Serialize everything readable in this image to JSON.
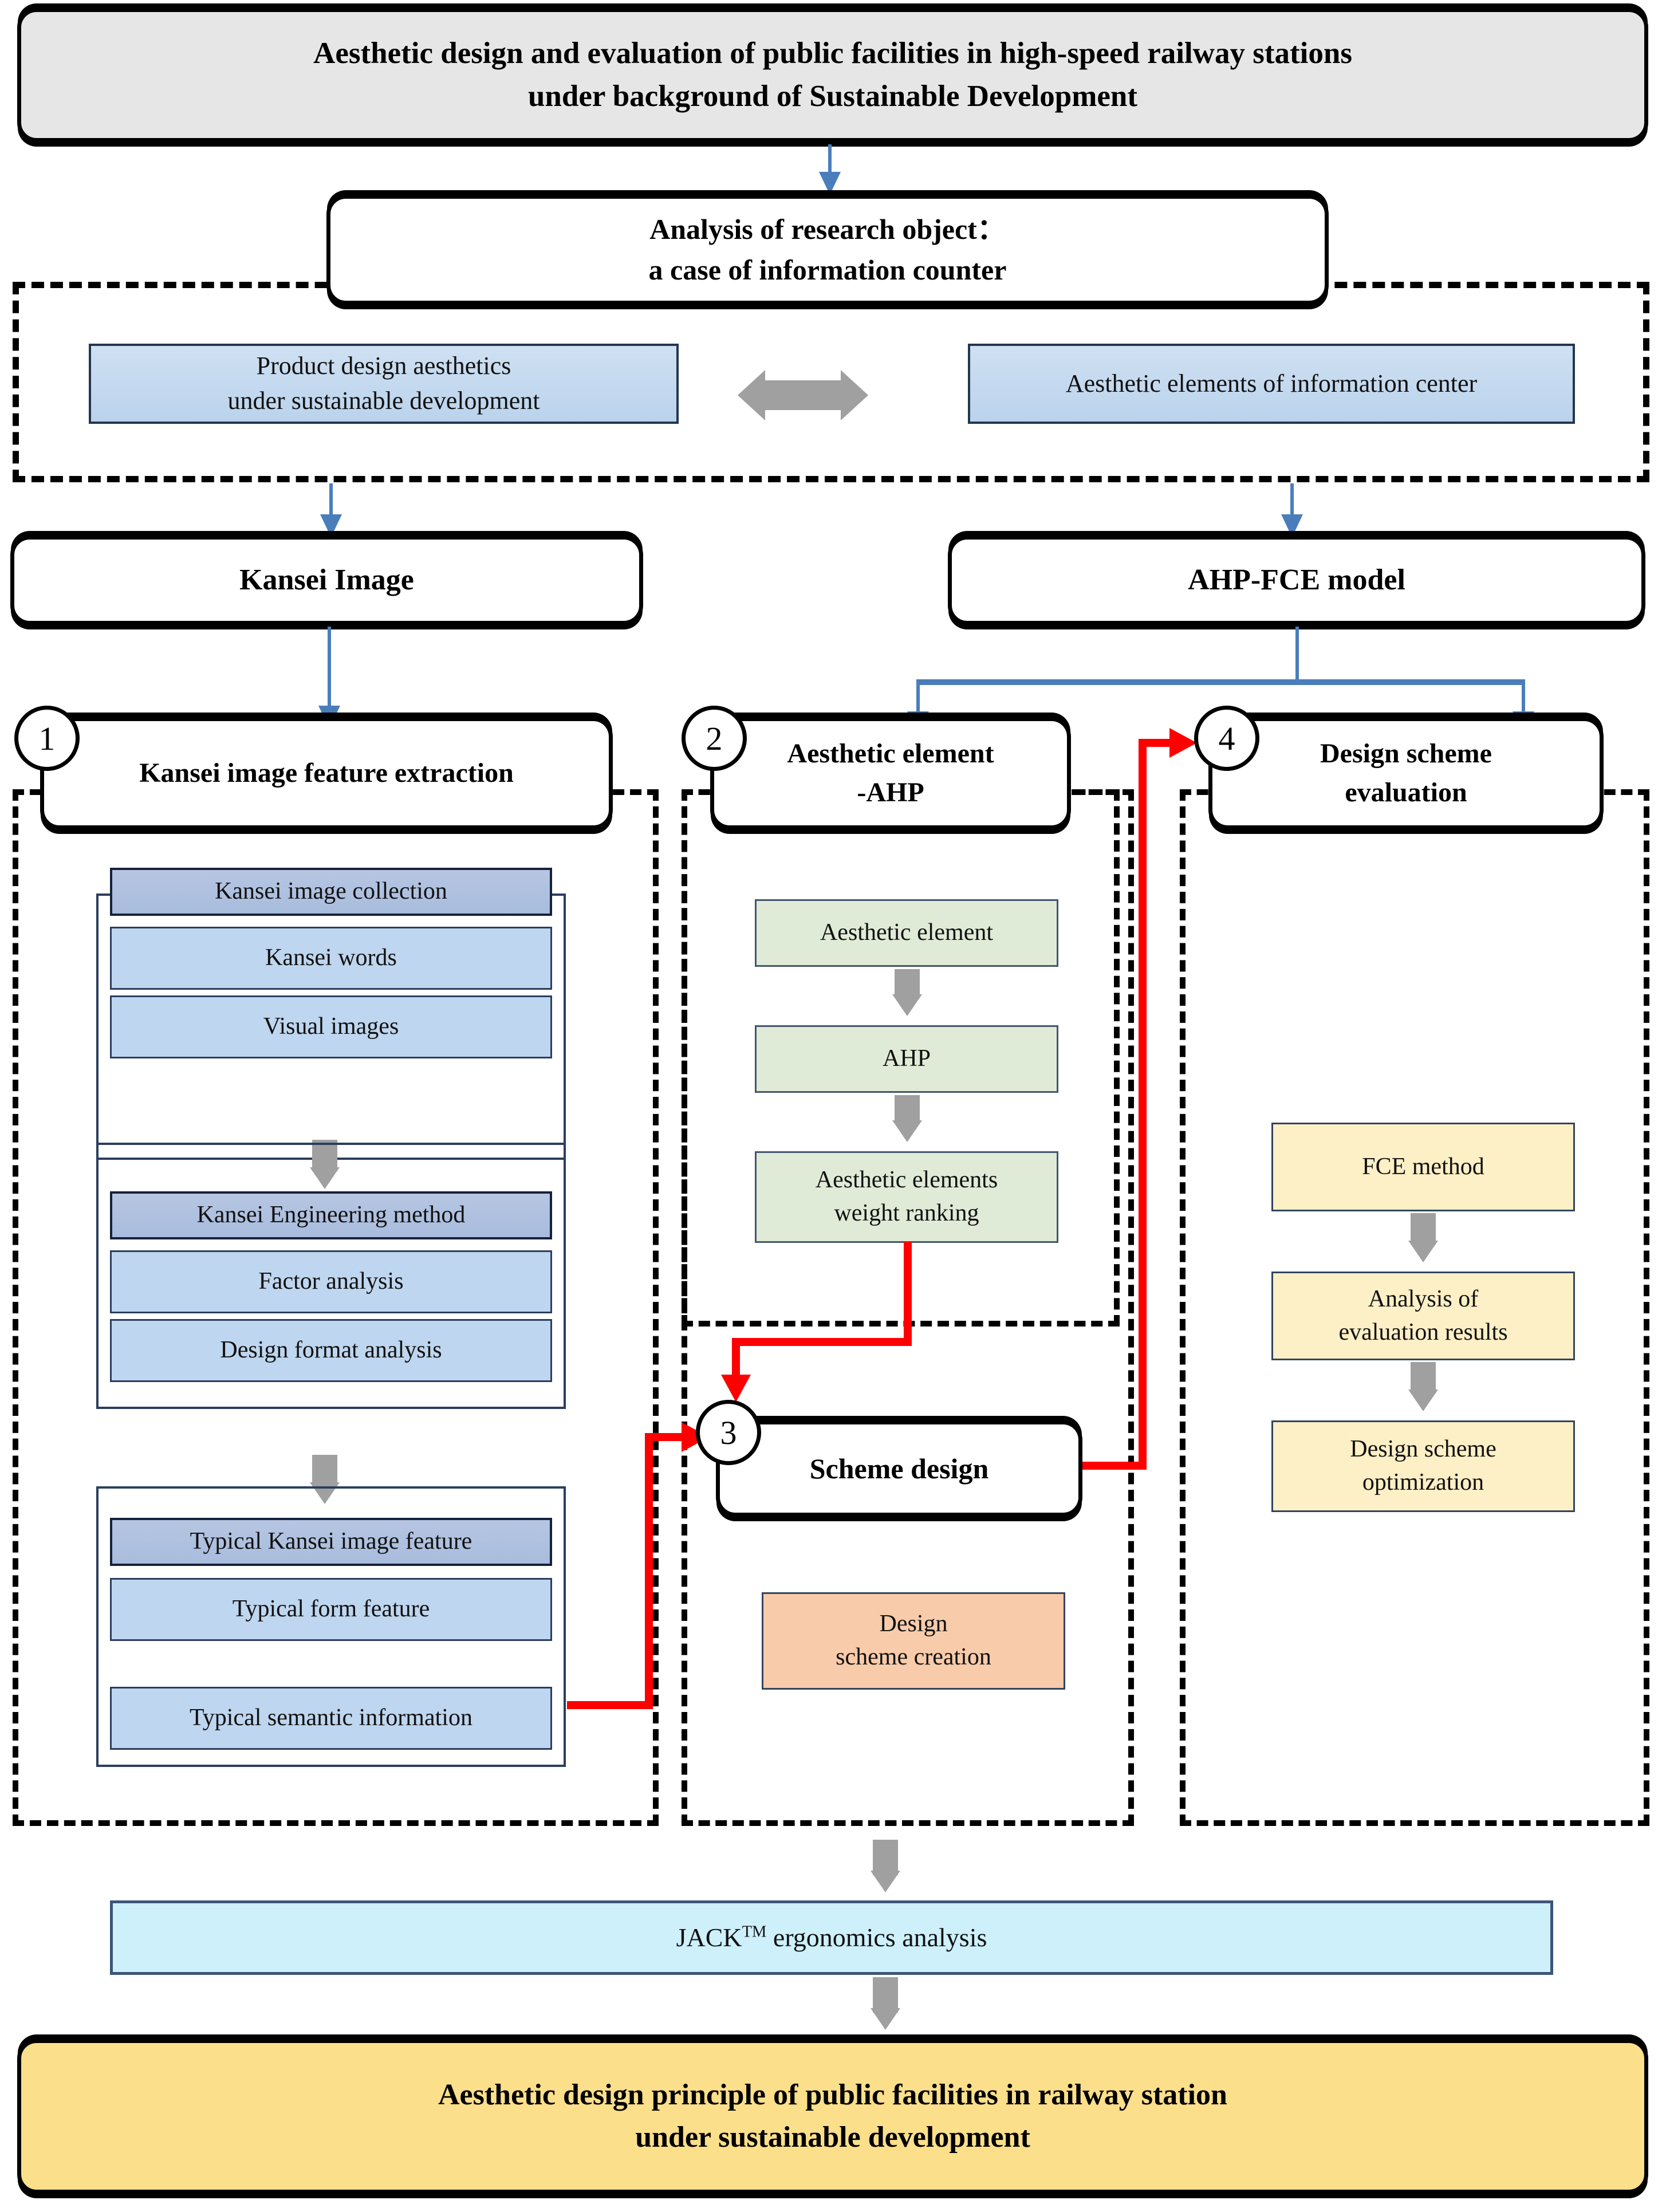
{
  "title_box": {
    "line1": "Aesthetic design and evaluation of public facilities in high-speed railway stations",
    "line2": "under background of Sustainable Development"
  },
  "research_object_box": {
    "line1": "Analysis of research object：",
    "line2": "a case of information counter"
  },
  "context": {
    "left_box_line1": "Product design aesthetics",
    "left_box_line2": "under sustainable development",
    "right_box": "Aesthetic elements of information center",
    "link_icon": "double-headed-arrow-icon"
  },
  "branches": {
    "kansei": "Kansei Image",
    "ahpfce": "AHP-FCE model"
  },
  "stages": [
    {
      "number": "1",
      "label": "Kansei image feature extraction"
    },
    {
      "number": "2",
      "label_line1": "Aesthetic element",
      "label_line2": "-AHP"
    },
    {
      "number": "3",
      "label": "Scheme design"
    },
    {
      "number": "4",
      "label_line1": "Design scheme",
      "label_line2": "evaluation"
    }
  ],
  "kansei_column": {
    "groups": [
      {
        "header": "Kansei image collection",
        "items": [
          "Kansei words",
          "Visual images"
        ]
      },
      {
        "header": "Kansei Engineering method",
        "items": [
          "Factor analysis",
          "Design format analysis"
        ]
      },
      {
        "header": "Typical Kansei image feature",
        "items": [
          "Typical form feature",
          "Typical semantic information"
        ]
      }
    ]
  },
  "ahp_column": {
    "items": [
      "Aesthetic element",
      "AHP",
      "Aesthetic elements\nweight ranking"
    ],
    "item3_line1": "Aesthetic elements",
    "item3_line2": "weight ranking"
  },
  "scheme_column": {
    "creation_line1": "Design",
    "creation_line2": "scheme creation"
  },
  "fce_column": {
    "items": [
      "FCE method",
      "Analysis of\nevaluation results",
      "Design scheme\noptimization"
    ],
    "item1": "FCE method",
    "item2_line1": "Analysis of",
    "item2_line2": "evaluation results",
    "item3_line1": "Design scheme",
    "item3_line2": "optimization"
  },
  "jack_box": {
    "text_main": "JACK",
    "text_sup": "TM",
    "text_tail": " ergonomics analysis"
  },
  "conclusion_box": {
    "line1": "Aesthetic design principle of public facilities in railway station",
    "line2": "under sustainable development"
  },
  "colors": {
    "blue_connector": "#4a7ebb",
    "red_connector": "#fe0000",
    "gray_connector": "#a0a0a0",
    "title_fill": "#e6e6e6",
    "conclusion_fill": "#fcdf8a",
    "kansei_header_fill": "#b6c6e2",
    "kansei_item_fill": "#bed6ef",
    "ahp_fill": "#e0ebd7",
    "fce_fill": "#fdefc6",
    "creation_fill": "#f8cbaa",
    "jack_fill": "#cdf0fb"
  }
}
